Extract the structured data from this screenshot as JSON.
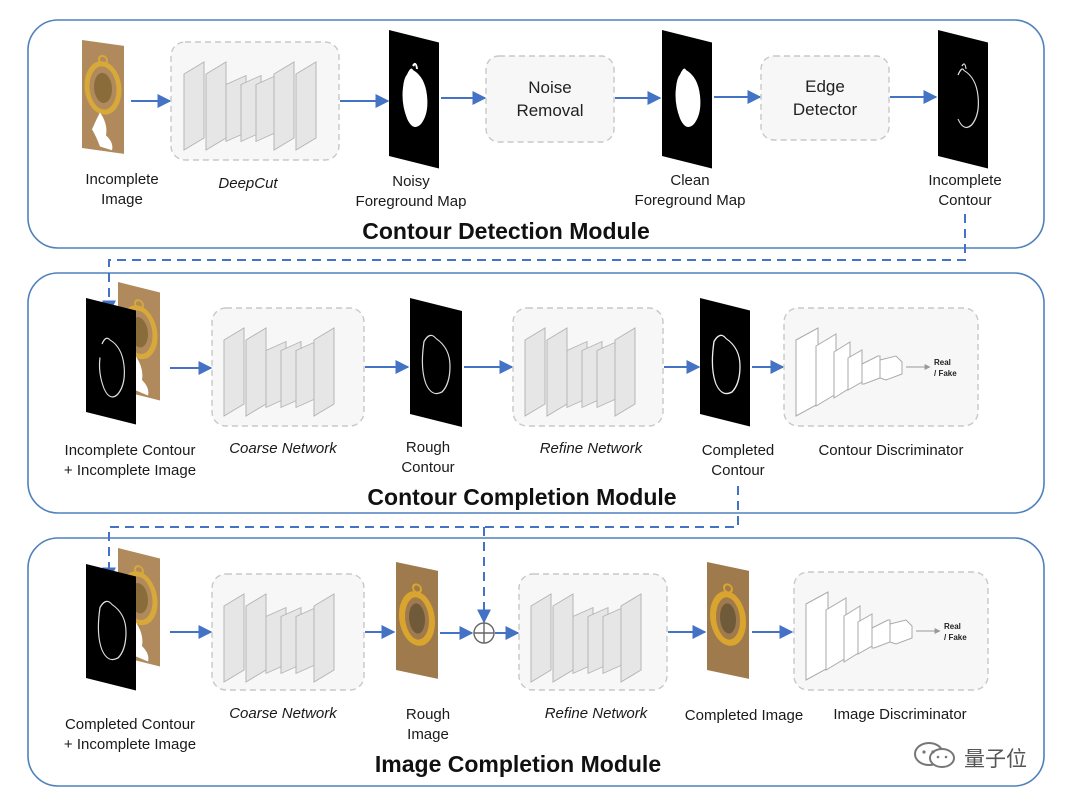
{
  "modules": [
    {
      "title": "Contour Detection Module",
      "labels": {
        "input": "Incomplete\nImage",
        "network": "DeepCut",
        "noisy": "Noisy\nForeground Map",
        "noise_removal": "Noise\nRemoval",
        "clean": "Clean\nForeground Map",
        "edge_detector": "Edge\nDetector",
        "output": "Incomplete\nContour"
      }
    },
    {
      "title": "Contour Completion Module",
      "labels": {
        "input": "Incomplete Contour\n+ Incomplete Image",
        "coarse": "Coarse Network",
        "rough": "Rough\nContour",
        "refine": "Refine Network",
        "completed": "Completed\nContour",
        "discriminator": "Contour Discriminator",
        "real_fake": "Real\n/ Fake"
      }
    },
    {
      "title": "Image Completion Module",
      "labels": {
        "input": "Completed Contour\n+ Incomplete Image",
        "coarse": "Coarse Network",
        "rough": "Rough\nImage",
        "refine": "Refine Network",
        "completed": "Completed Image",
        "discriminator": "Image Discriminator",
        "real_fake": "Real\n/ Fake"
      }
    }
  ],
  "watermark": {
    "text": "量子位",
    "icon": "wechat-icon"
  },
  "colors": {
    "module_border": "#4f81bd",
    "arrow": "#4472c4",
    "dashed_box": "#c8c8c8",
    "image_bg": "#b08a5c",
    "gold": "#c99a2e"
  }
}
